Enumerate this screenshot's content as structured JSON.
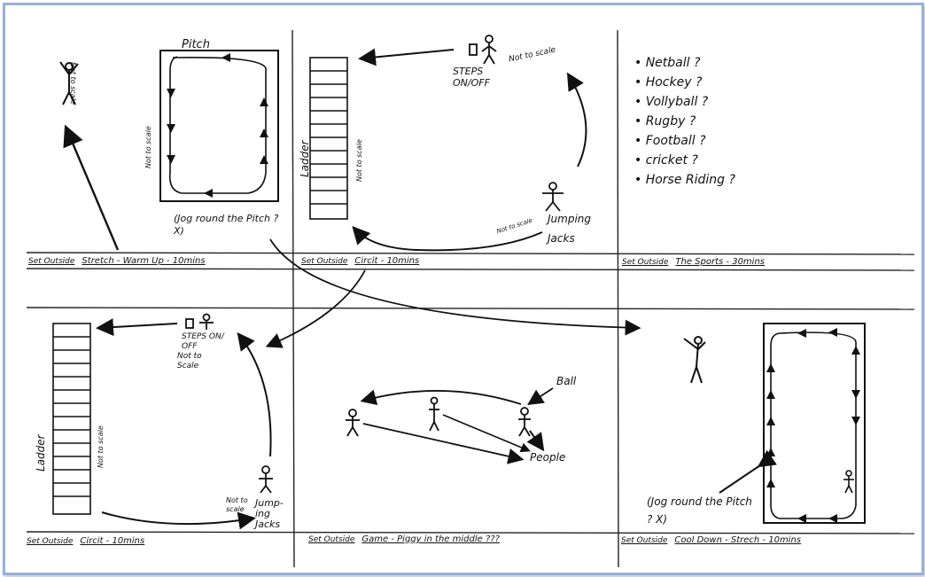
{
  "panels": [
    {
      "id": "warmup",
      "prefix": "Set Outside",
      "title": "Stretch - Warm Up - 10mins",
      "pitch_label": "Pitch",
      "scale_note": "Not to scale",
      "side_note": "Not to scale",
      "jog_note": "(Jog round the Pitch ? X)"
    },
    {
      "id": "circuit-top",
      "prefix": "Set Outside",
      "title": "Circit - 10mins",
      "ladder_label": "Ladder",
      "ladder_note": "Not to scale",
      "steps_label": "STEPS ON/OFF",
      "steps_note": "Not to scale",
      "jacks_label": "Jumping Jacks",
      "jacks_note": "Not to scale"
    },
    {
      "id": "sports",
      "prefix": "Set Outside",
      "title": "The Sports - 30mins",
      "sports": [
        "• Netball ?",
        "• Hockey ?",
        "• Vollyball ?",
        "• Rugby ?",
        "• Football ?",
        "• cricket ?",
        "• Horse Riding ?"
      ]
    },
    {
      "id": "circuit-bottom",
      "prefix": "Set Outside",
      "title": "Circit - 10mins",
      "ladder_label": "Ladder",
      "ladder_note": "Not to scale",
      "steps_label": "STEPS ON/ OFF",
      "steps_note": "Not to Scale",
      "jacks_label": "Jump- ing Jacks",
      "jacks_note": "Not to scale"
    },
    {
      "id": "game",
      "prefix": "Set Outside",
      "title": "Game - Piggy in the middle ???",
      "ball_label": "Ball",
      "people_label": "People"
    },
    {
      "id": "cooldown",
      "prefix": "Set Outside",
      "title": "Cool Down - Strech - 10mins",
      "jog_note": "(Jog round the Pitch ? X)"
    }
  ]
}
